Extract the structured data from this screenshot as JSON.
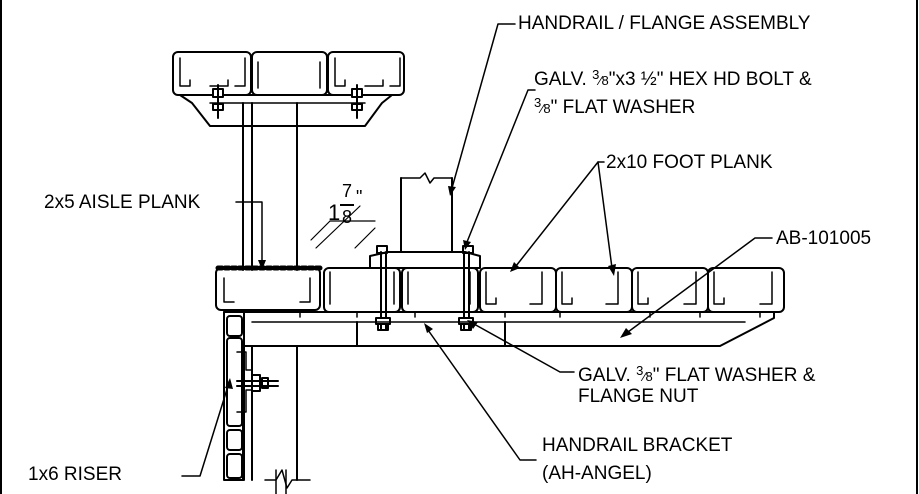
{
  "colors": {
    "line": "#000000",
    "background": "#ffffff"
  },
  "labels": {
    "handrail_flange_assembly": "HANDRAIL / FLANGE ASSEMBLY",
    "hex_bolt_line1_a": "GALV. ",
    "hex_bolt_line1_frac_num": "3",
    "hex_bolt_line1_b": "\"x3 ",
    "hex_bolt_line1_half": "½",
    "hex_bolt_line1_c": "\" HEX HD BOLT &",
    "hex_bolt_line2_frac_num": "3",
    "hex_bolt_line2_b": "\" FLAT WASHER",
    "foot_plank": "2x10 FOOT PLANK",
    "aisle_plank": "2x5 AISLE PLANK",
    "part_number": "AB-101005",
    "washer_nut_line1_a": "GALV. ",
    "washer_nut_line1_frac_num": "3",
    "washer_nut_line1_b": "\" FLAT WASHER &",
    "washer_nut_line2": "FLANGE NUT",
    "bracket_line1": "HANDRAIL BRACKET",
    "bracket_line2": "(AH-ANGEL)",
    "riser": "1x6 RISER",
    "dimension_whole": "1",
    "dimension_num": "7",
    "dimension_den": "8",
    "dimension_unit": "\""
  }
}
